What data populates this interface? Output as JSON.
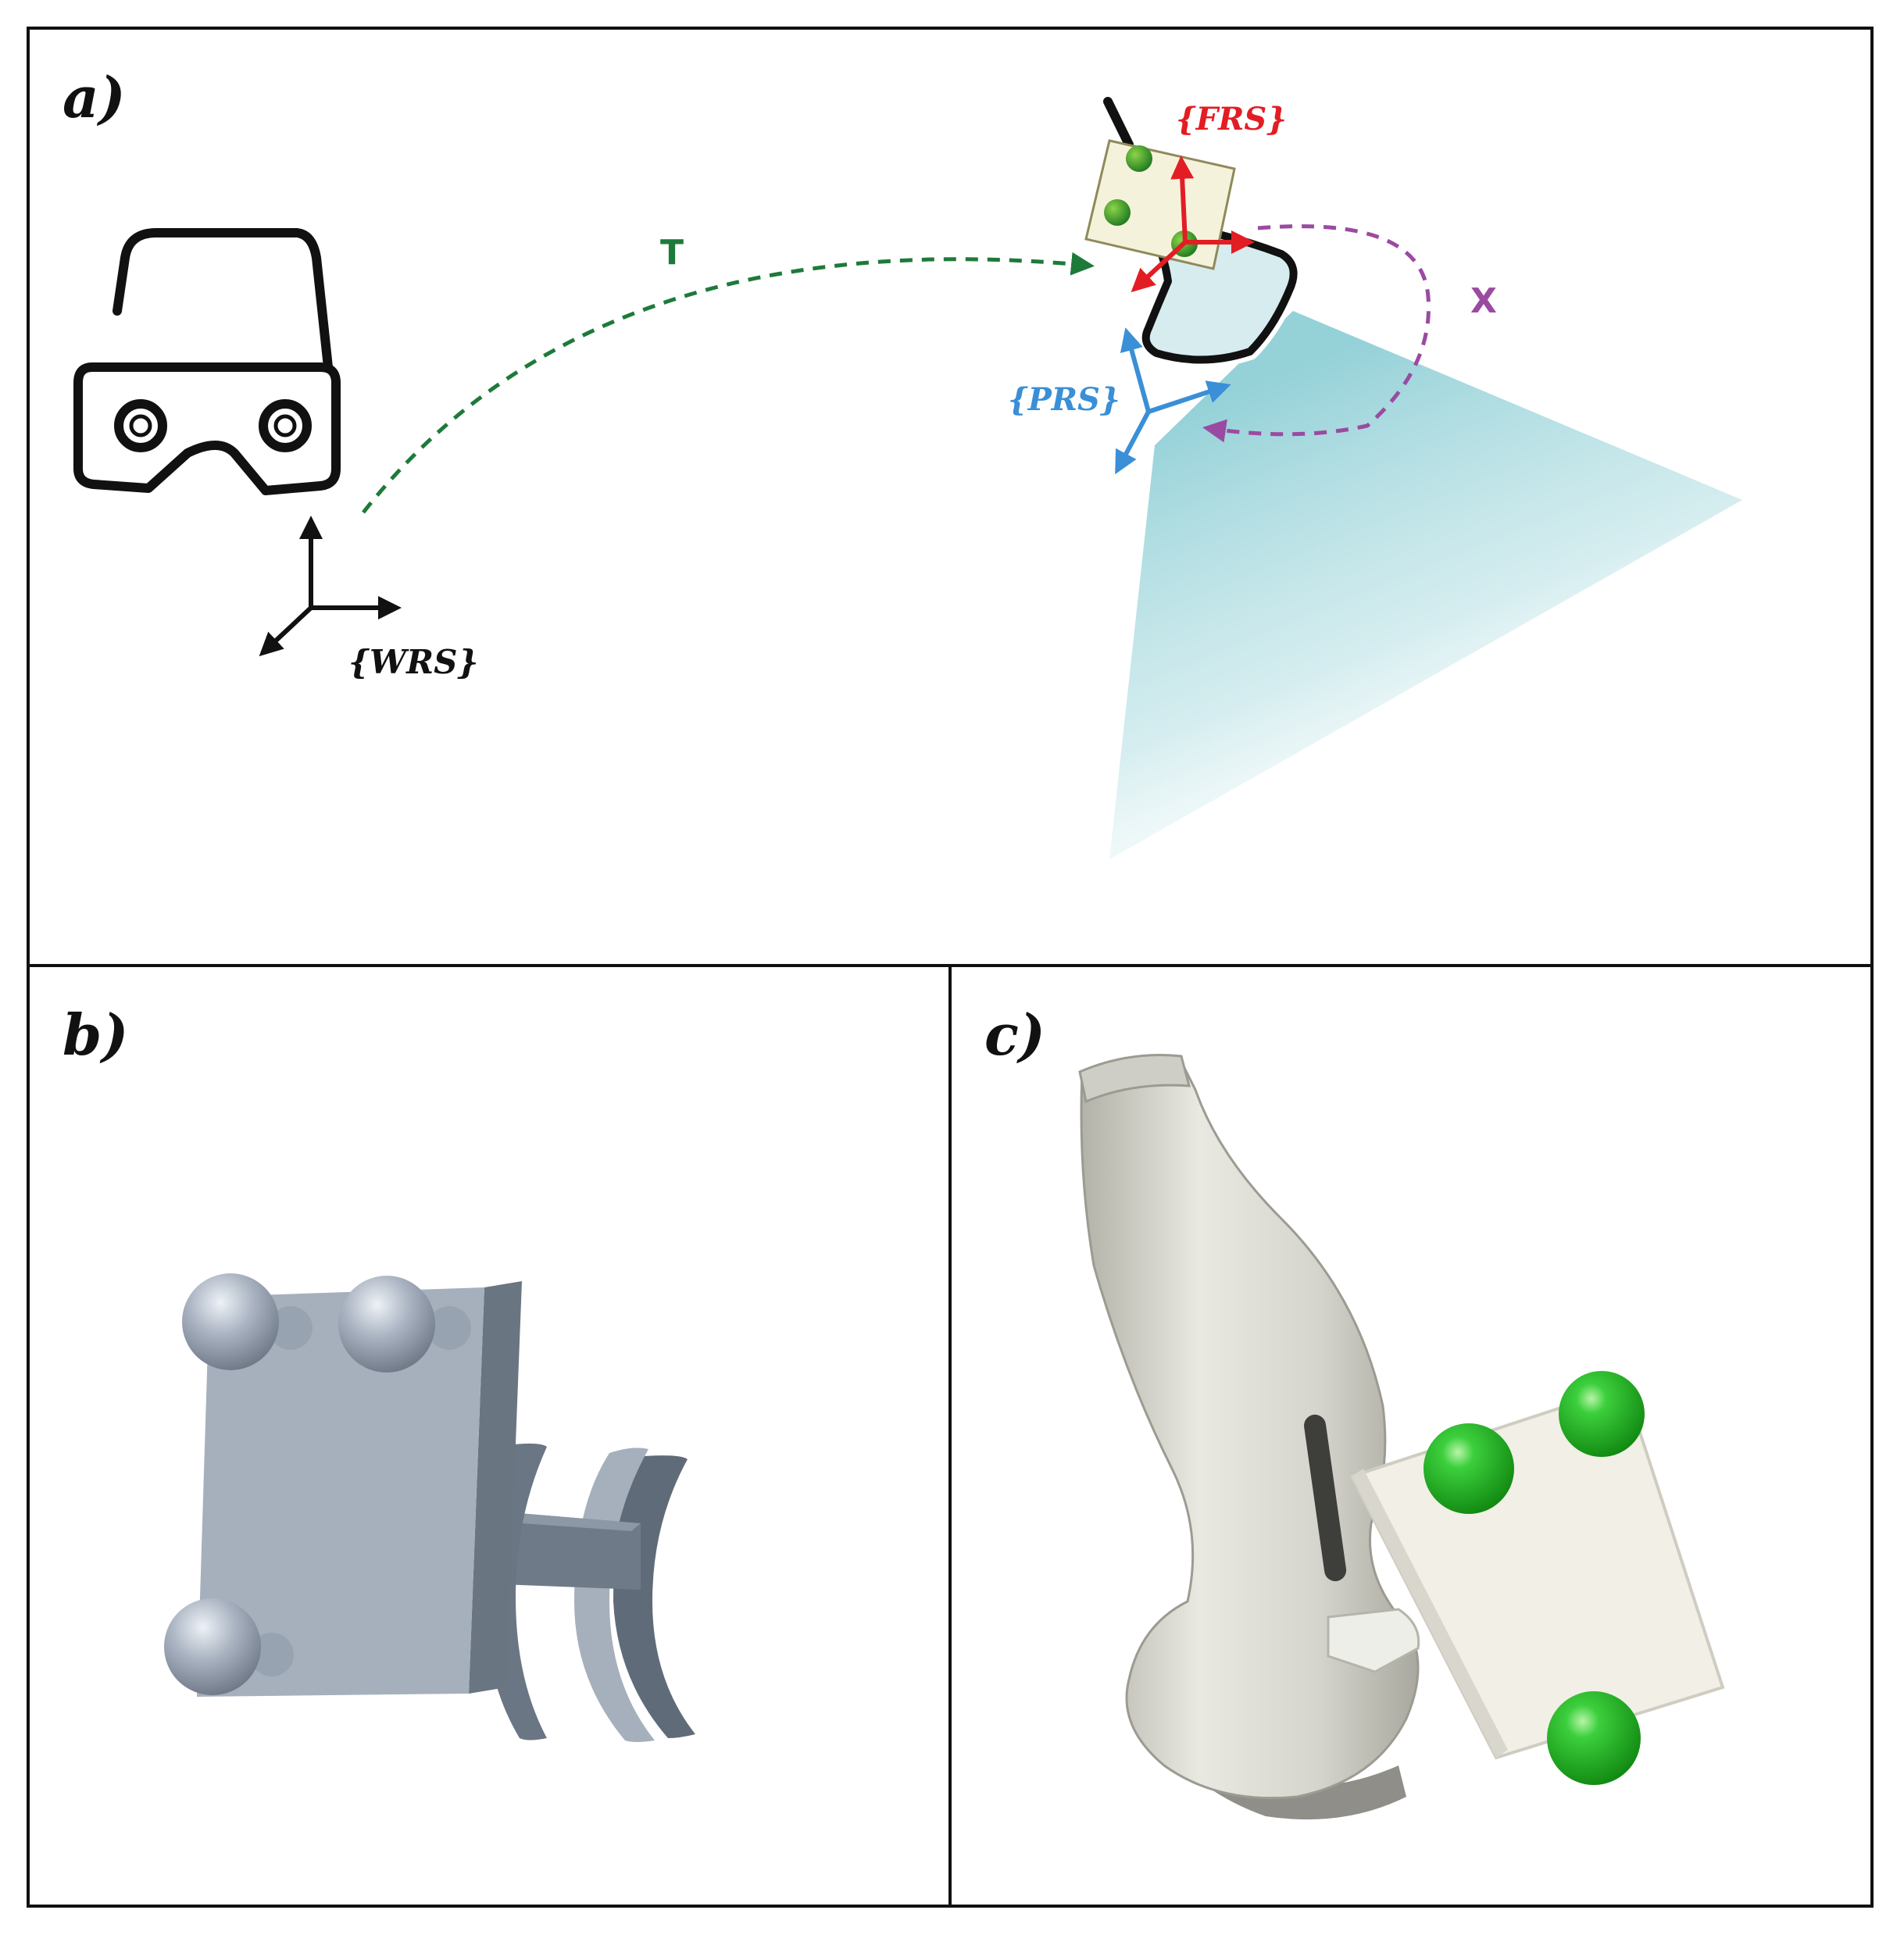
{
  "panels": {
    "a": {
      "label": "a)",
      "labels": {
        "world_frame": "{WRS}",
        "fiducial_frame": "{FRS}",
        "probe_frame": "{PRS}",
        "transform_t": "T",
        "transform_x": "X"
      }
    },
    "b": {
      "label": "b)"
    },
    "c": {
      "label": "c)"
    }
  },
  "colors": {
    "world": "#111111",
    "fiducial": "#e31d24",
    "probe": "#3a8fd6",
    "transform_t": "#1e7a3a",
    "transform_x": "#9b4aa1",
    "beam": "#8fcfd6",
    "marker_green": "#2fb52f",
    "cad_grey": "#a6b0bd"
  },
  "icons": [
    "vr-headset-icon",
    "ultrasound-probe-icon",
    "fiducial-marker-icon"
  ]
}
